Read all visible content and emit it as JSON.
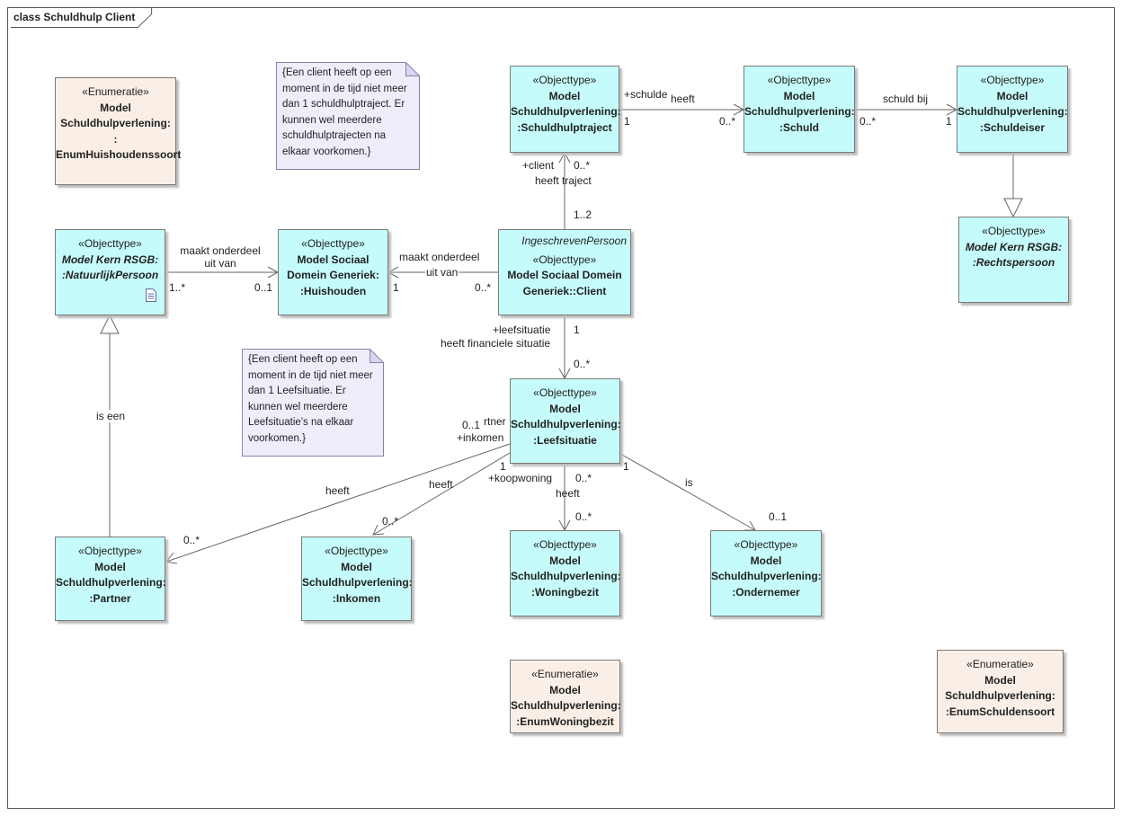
{
  "frame": {
    "title": "class Schuldhulp Client"
  },
  "elements": {
    "enum_huishouden": {
      "stereotype": "«Enumeratie»",
      "name": "Model Schuldhulpverlening:\n:\nEnumHuishoudenssoort"
    },
    "schuldhulptraject": {
      "stereotype": "«Objecttype»",
      "name": "Model Schuldhulpverlening:\n:Schuldhulptraject"
    },
    "schuld": {
      "stereotype": "«Objecttype»",
      "name": "Model Schuldhulpverlening:\n:Schuld"
    },
    "schuldeiser": {
      "stereotype": "«Objecttype»",
      "name": "Model Schuldhulpverlening:\n:Schuldeiser"
    },
    "rechtspersoon": {
      "stereotype": "«Objecttype»",
      "name": "Model Kern RSGB:\n:Rechtspersoon"
    },
    "natuurlijkpersoon": {
      "stereotype": "«Objecttype»",
      "name": "Model Kern RSGB:\n:NatuurlijkPersoon"
    },
    "huishouden": {
      "stereotype": "«Objecttype»",
      "name": "Model Sociaal\nDomein Generiek:\n:Huishouden"
    },
    "client": {
      "tag": "IngeschrevenPersoon",
      "stereotype": "«Objecttype»",
      "name": "Model Sociaal Domein\nGeneriek::Client"
    },
    "leefsituatie": {
      "stereotype": "«Objecttype»",
      "name": "Model Schuldhulpverlening:\n:Leefsituatie"
    },
    "partner": {
      "stereotype": "«Objecttype»",
      "name": "Model Schuldhulpverlening:\n:Partner"
    },
    "inkomen": {
      "stereotype": "«Objecttype»",
      "name": "Model Schuldhulpverlening:\n:Inkomen"
    },
    "woningbezit": {
      "stereotype": "«Objecttype»",
      "name": "Model Schuldhulpverlening:\n:Woningbezit"
    },
    "ondernemer": {
      "stereotype": "«Objecttype»",
      "name": "Model Schuldhulpverlening:\n:Ondernemer"
    },
    "enum_woningbezit": {
      "stereotype": "«Enumeratie»",
      "name": "Model Schuldhulpverlening:\n:EnumWoningbezit"
    },
    "enum_schuldensoort": {
      "stereotype": "«Enumeratie»",
      "name": "Model Schuldhulpverlening:\n:EnumSchuldensoort"
    }
  },
  "notes": {
    "note_traject": "{Een client heeft op een\nmoment in de tijd niet meer\ndan 1 schuldhulptraject. Er\nkunnen wel meerdere\nschuldhulptrajecten na\nelkaar voorkomen.}",
    "note_leef": "{Een client heeft op een\nmoment in de tijd niet meer\ndan 1 Leefsituatie. Er\nkunnen wel meerdere\nLeefsituatie's na elkaar\nvoorkomen.}"
  },
  "labels": {
    "schulde_role": "+schulde",
    "heeft_schuld": "heeft",
    "m_traject_1": "1",
    "m_schuld_0n": "0..*",
    "schuld_bij": "schuld bij",
    "m_schuld_0n_b": "0..*",
    "m_eiser_1": "1",
    "client_role": "+client",
    "m_traject_0n": "0..*",
    "heeft_traject": "heeft traject",
    "m_client_12": "1..2",
    "maakt_a": "maakt onderdeel\nuit van",
    "m_np_1n": "1..*",
    "m_hh_01": "0..1",
    "maakt_b": "maakt onderdeel",
    "uit_van_b": "uit van",
    "m_hh_1": "1",
    "m_client_0n": "0..*",
    "leefsituatie_role": "+leefsituatie",
    "heeft_fin": "heeft financiele situatie",
    "m_client_1": "1",
    "m_leef_0n": "0..*",
    "m_01_partner": "0..1",
    "rtner": "rtner",
    "inkomen_role": "+inkomen",
    "m_1_a": "1",
    "koopwoning_role": "+koopwoning",
    "m_0n_c": "0..*",
    "m_1_b": "1",
    "heeft_partner": "heeft",
    "heeft_inkomen": "heeft",
    "heeft_woning": "heeft",
    "is_ondernemer": "is",
    "m_0n_partner": "0..*",
    "m_0n_inkomen": "0..*",
    "m_0n_woning": "0..*",
    "m_01_ondernemer": "0..1",
    "is_een": "is een"
  },
  "icons": {
    "note_attachment": "document-icon"
  }
}
